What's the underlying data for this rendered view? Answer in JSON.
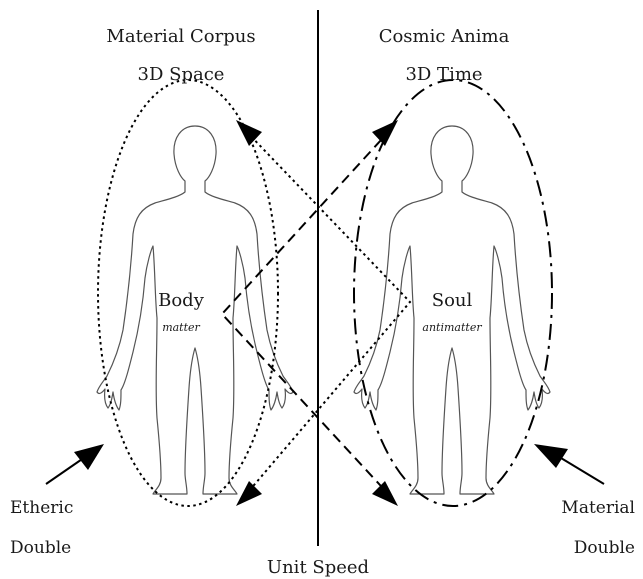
{
  "left": {
    "title": "Material Corpus",
    "subtitle": "3D Space",
    "figure_label": "Body",
    "figure_sublabel": "matter",
    "corner_label_line1": "Etheric",
    "corner_label_line2": "Double"
  },
  "right": {
    "title": "Cosmic Anima",
    "subtitle": "3D Time",
    "figure_label": "Soul",
    "figure_sublabel": "antimatter",
    "corner_label_line1": "Material",
    "corner_label_line2": "Double"
  },
  "bottom_label": "Unit Speed",
  "colors": {
    "ink": "#000000",
    "figure_outline": "#555555"
  },
  "icons": [
    "human-silhouette-icon",
    "arrow-icon"
  ]
}
